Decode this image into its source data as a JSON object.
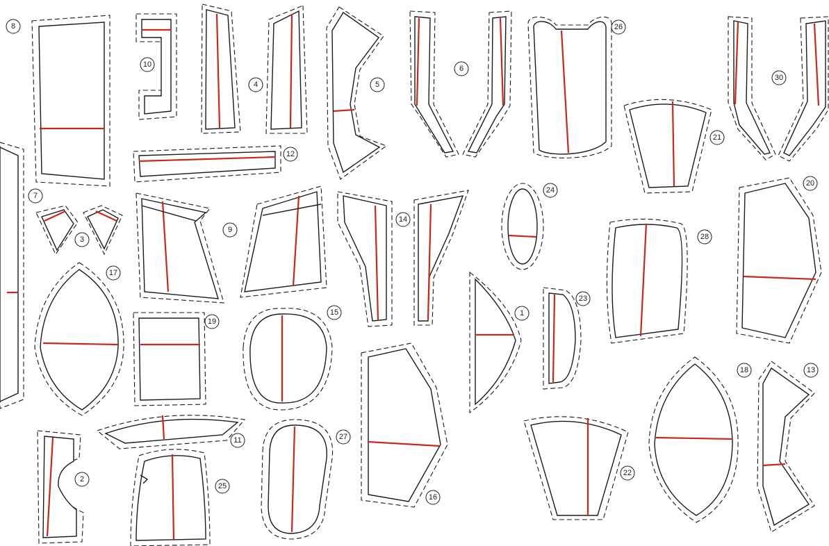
{
  "colors": {
    "outline": "#1a1a1a",
    "grainline": "#c8281e",
    "background": "#ffffff"
  },
  "pieces": [
    {
      "id": "piece-1",
      "label": "1"
    },
    {
      "id": "piece-2",
      "label": "2"
    },
    {
      "id": "piece-3",
      "label": "3"
    },
    {
      "id": "piece-4",
      "label": "4"
    },
    {
      "id": "piece-5",
      "label": "5"
    },
    {
      "id": "piece-6",
      "label": "6"
    },
    {
      "id": "piece-7",
      "label": "7"
    },
    {
      "id": "piece-8",
      "label": "8"
    },
    {
      "id": "piece-9",
      "label": "9"
    },
    {
      "id": "piece-10",
      "label": "10"
    },
    {
      "id": "piece-11",
      "label": "11"
    },
    {
      "id": "piece-12",
      "label": "12"
    },
    {
      "id": "piece-13",
      "label": "13"
    },
    {
      "id": "piece-14",
      "label": "14"
    },
    {
      "id": "piece-15",
      "label": "15"
    },
    {
      "id": "piece-16",
      "label": "16"
    },
    {
      "id": "piece-17",
      "label": "17"
    },
    {
      "id": "piece-18",
      "label": "18"
    },
    {
      "id": "piece-19",
      "label": "19"
    },
    {
      "id": "piece-20",
      "label": "20"
    },
    {
      "id": "piece-21",
      "label": "21"
    },
    {
      "id": "piece-22",
      "label": "22"
    },
    {
      "id": "piece-23",
      "label": "23"
    },
    {
      "id": "piece-24",
      "label": "24"
    },
    {
      "id": "piece-25",
      "label": "25"
    },
    {
      "id": "piece-26",
      "label": "26"
    },
    {
      "id": "piece-27",
      "label": "27"
    },
    {
      "id": "piece-28",
      "label": "28"
    },
    {
      "id": "piece-30",
      "label": "30"
    }
  ]
}
